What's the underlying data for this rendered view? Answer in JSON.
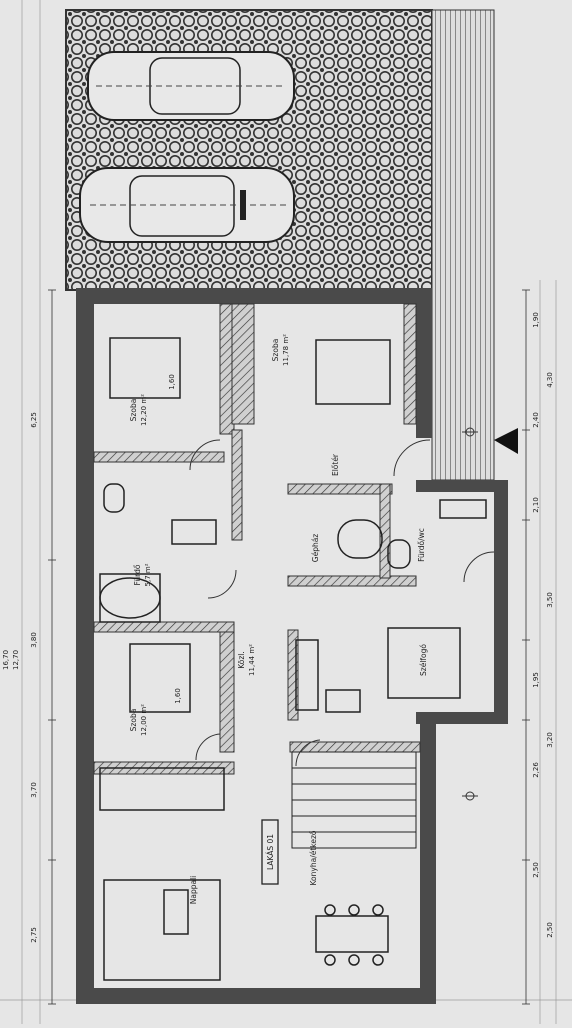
{
  "plan": {
    "apartment_label": "LAKÁS 01",
    "colors": {
      "background": "#e6e6e6",
      "wall": "#4a4a4a",
      "line": "#2a2a2a",
      "paving": "#3a3a3a"
    },
    "rooms": {
      "bedroom1": {
        "name": "Szoba",
        "area": "12,20 m²"
      },
      "bedroom2": {
        "name": "Szoba",
        "area": "11,78 m²"
      },
      "bedroom3": {
        "name": "Szoba",
        "area": "12,00 m²"
      },
      "bathroom": {
        "name": "Fürdő",
        "area": "5,7 m²"
      },
      "hall": {
        "name": "Közl.",
        "area": "11,44 m²"
      },
      "pantry": {
        "name": "Gépház",
        "area": ""
      },
      "wc": {
        "name": "Fürdő/wc",
        "area": ""
      },
      "storage": {
        "name": "Szélfogó",
        "area": ""
      },
      "entry": {
        "name": "Előtér",
        "area": ""
      },
      "living": {
        "name": "Nappali",
        "area": ""
      },
      "kitchen": {
        "name": "Konyha/étkező",
        "area": ""
      }
    },
    "furniture": {
      "bed1_size": "1,60",
      "bed3_size": "1,60"
    },
    "dims_left": [
      "6,25",
      "3,80",
      "3,70",
      "2,75",
      "12,70",
      "16,70"
    ],
    "dims_right": [
      "1,90",
      "4,30",
      "2,40",
      "2,10",
      "3,50",
      "1,95",
      "3,20",
      "2,26",
      "2,50",
      "2,50"
    ]
  }
}
